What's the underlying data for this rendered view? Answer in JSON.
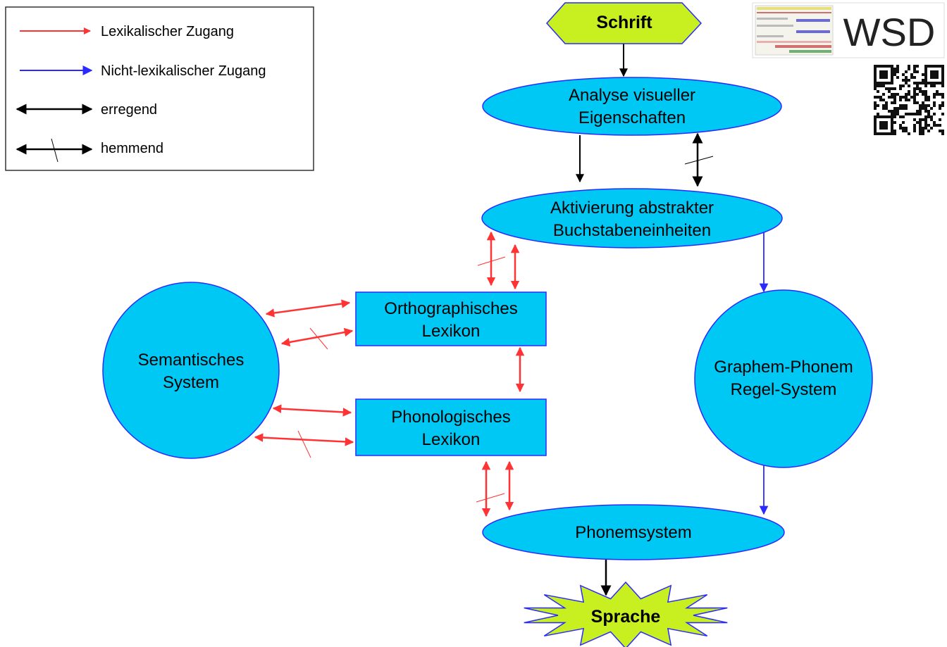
{
  "legend": {
    "items": [
      {
        "label": "Lexikalischer Zugang"
      },
      {
        "label": "Nicht-lexikalischer Zugang"
      },
      {
        "label": "erregend"
      },
      {
        "label": "hemmend"
      }
    ]
  },
  "nodes": {
    "schrift": {
      "label": "Schrift"
    },
    "analyse": {
      "line1": "Analyse visueller",
      "line2": "Eigenschaften"
    },
    "aktivierung": {
      "line1": "Aktivierung abstrakter",
      "line2": "Buchstabeneinheiten"
    },
    "ortho": {
      "line1": "Orthographisches",
      "line2": "Lexikon"
    },
    "phono": {
      "line1": "Phonologisches",
      "line2": "Lexikon"
    },
    "semantisch": {
      "line1": "Semantisches",
      "line2": "System"
    },
    "graphem": {
      "line1": "Graphem-Phonem",
      "line2": "Regel-System"
    },
    "phonem": {
      "label": "Phonemsystem"
    },
    "sprache": {
      "label": "Sprache"
    }
  },
  "logo": {
    "text": "WSD"
  },
  "colors": {
    "node_fill": "#00c8f5",
    "start_fill": "#c8f020",
    "lexical": "#ff3333",
    "nonlexical": "#2a2aff",
    "neutral": "#000000"
  }
}
